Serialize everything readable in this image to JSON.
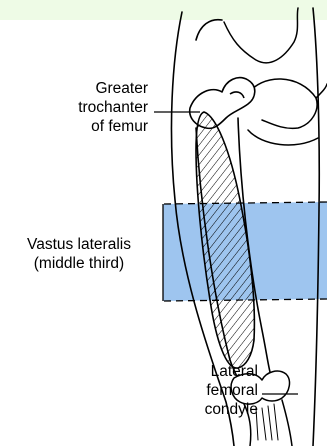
{
  "colors": {
    "background": "#ffffff",
    "top_band": "#eefbe6",
    "highlight_fill": "#9ec5ef",
    "line": "#000000"
  },
  "labels": {
    "greater_trochanter": "Greater\ntrochanter\nof femur",
    "vastus_lateralis": "Vastus lateralis\n(middle third)",
    "lateral_condyle": "Lateral\nfemoral\ncondyle"
  }
}
